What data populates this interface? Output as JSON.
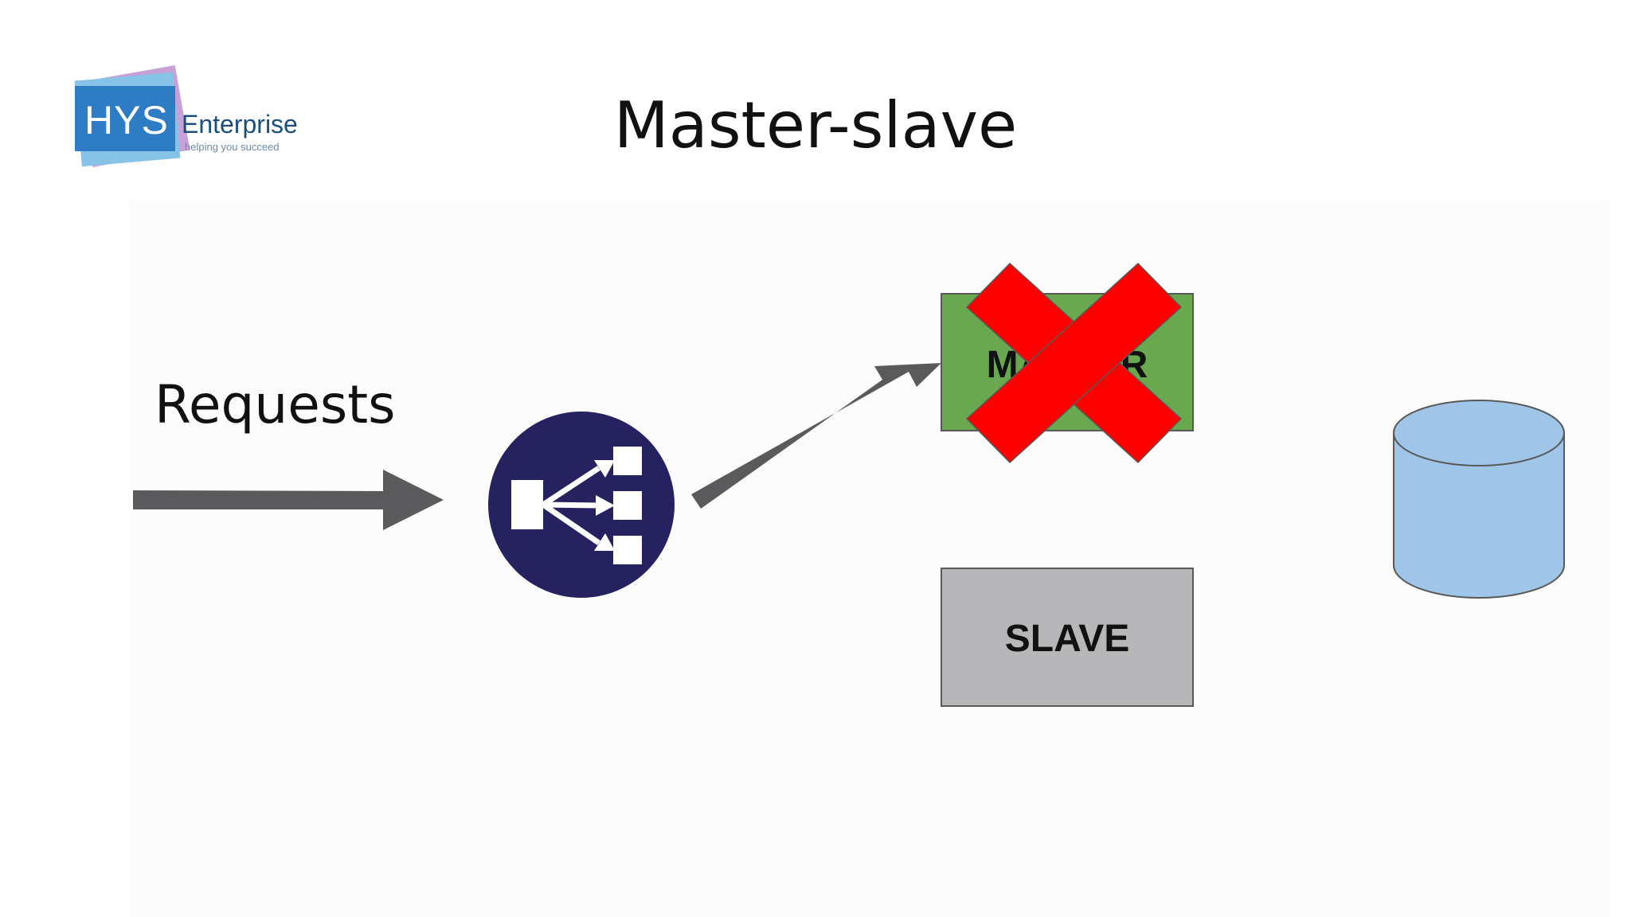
{
  "logo": {
    "mark": "HYS",
    "name": "Enterprise",
    "tagline": "helping you succeed"
  },
  "title": "Master-slave",
  "requests_label": "Requests",
  "load_balancer": {
    "icon": "load-balancer-icon",
    "color": "#262260"
  },
  "master": {
    "label": "MASTER",
    "color": "#6aa84f",
    "status": "failed"
  },
  "slave": {
    "label": "SLAVE",
    "color": "#b7b6b8"
  },
  "database": {
    "icon": "database-icon",
    "color": "#9fc5e8"
  },
  "failure_mark": {
    "icon": "red-x-icon",
    "color": "#ff0000"
  },
  "arrow_color": "#5a595b"
}
